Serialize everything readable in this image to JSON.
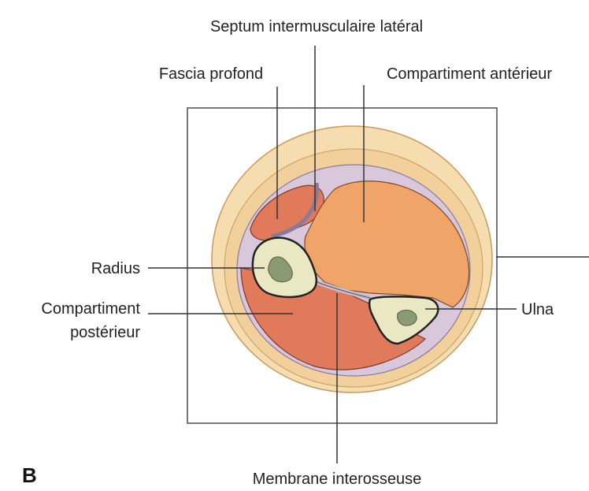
{
  "panel_letter": "B",
  "labels": {
    "septum": "Septum intermusculaire latéral",
    "fascia": "Fascia profond",
    "anterior": "Compartiment antérieur",
    "radius": "Radius",
    "ulna": "Ulna",
    "posterior_line1": "Compartiment",
    "posterior_line2": "postérieur",
    "membrane": "Membrane interosseuse"
  },
  "colors": {
    "skin": "#f5ddb0",
    "skin_stroke": "#c99a5c",
    "deep_fascia": "#d9c7dc",
    "anterior_compartment": "#f0a468",
    "posterior_compartment": "#e07a5a",
    "bone": "#e9e8c3",
    "marrow": "#8a9a72",
    "frame": "#55555f"
  }
}
